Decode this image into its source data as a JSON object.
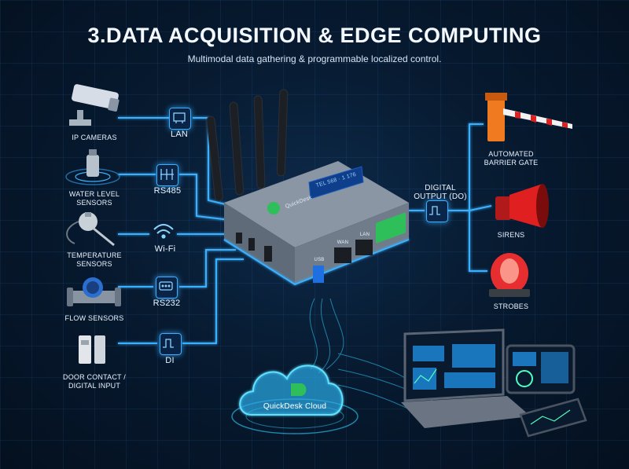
{
  "header": {
    "title": "3.DATA ACQUISITION & EDGE COMPUTING",
    "subtitle": "Multimodal data gathering & programmable localized control."
  },
  "inputs": [
    {
      "label": "IP CAMERAS",
      "protocol": "LAN",
      "icon": "ip-camera-icon"
    },
    {
      "label": "WATER LEVEL\nSENSORS",
      "protocol": "RS485",
      "icon": "water-level-sensor-icon"
    },
    {
      "label": "TEMPERATURE\nSENSORS",
      "protocol": "Wi-Fi",
      "icon": "temperature-sensor-icon"
    },
    {
      "label": "FLOW SENSORS",
      "protocol": "RS232",
      "icon": "flow-sensor-icon"
    },
    {
      "label": "DOOR CONTACT /\nDIGITAL INPUT",
      "protocol": "DI",
      "icon": "door-contact-icon"
    }
  ],
  "device": {
    "screen_text": "TEL 568 · 1 176",
    "logo_text": "QuickDesk",
    "port_labels": {
      "usb": "USB",
      "wan": "WAN",
      "lan": "LAN"
    }
  },
  "output_hub": {
    "label": "DIGITAL\nOUTPUT (DO)"
  },
  "outputs": [
    {
      "label": "AUTOMATED\nBARRIER GATE",
      "icon": "barrier-gate-icon"
    },
    {
      "label": "SIRENS",
      "icon": "siren-icon"
    },
    {
      "label": "STROBES",
      "icon": "strobe-light-icon"
    }
  ],
  "cloud": {
    "label": "QuickDesk Cloud"
  },
  "colors": {
    "accent": "#3ab0ff",
    "background": "#071a30",
    "device_green": "#2fbf5a",
    "alarm_red": "#e02020",
    "barrier_orange": "#f07a20"
  }
}
